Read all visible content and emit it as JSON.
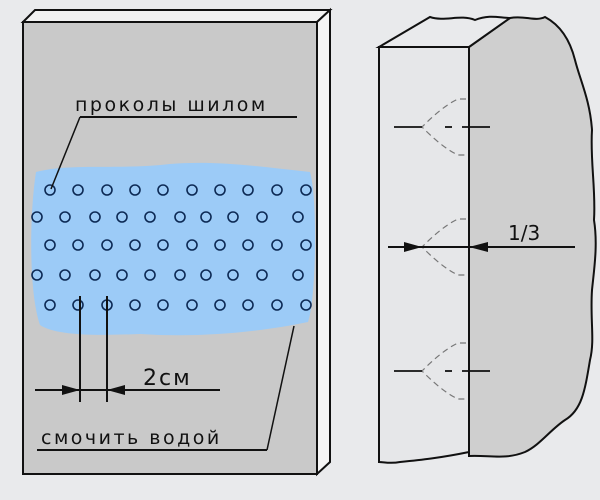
{
  "labels": {
    "punctures": "проколы шилом",
    "spacing": "2см",
    "wet": "смочить водой",
    "depth": "1/3"
  },
  "colors": {
    "background": "#e9eaec",
    "panel": "#c9c9c9",
    "water": "#9ccbf7",
    "wall_section": "#cfcfcf",
    "panel_face": "#e6e7e9"
  }
}
